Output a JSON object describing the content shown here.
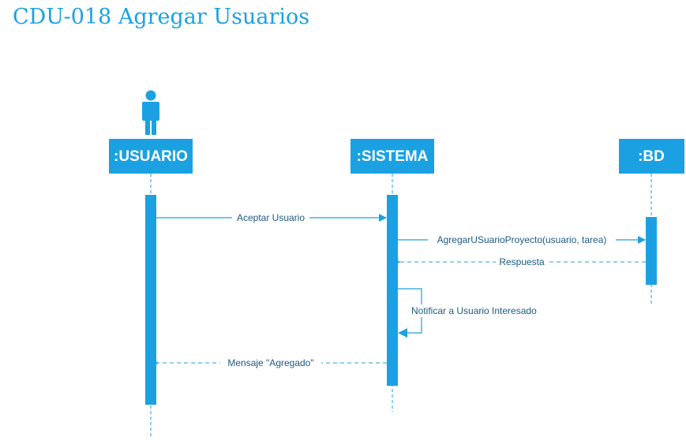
{
  "title": "CDU-018 Agregar Usuarios",
  "colors": {
    "accent": "#1ba1e2",
    "label": "#1c5a83",
    "line": "#1ba1e2"
  },
  "actors": [
    {
      "id": "usuario",
      "label": ":USUARIO",
      "icon": "person-icon"
    },
    {
      "id": "sistema",
      "label": ":SISTEMA"
    },
    {
      "id": "bd",
      "label": ":BD"
    }
  ],
  "messages": [
    {
      "label": "Aceptar Usuario",
      "from": "usuario",
      "to": "sistema",
      "type": "sync"
    },
    {
      "label": "AgregarUSuarioProyecto(usuario, tarea)",
      "from": "sistema",
      "to": "bd",
      "type": "sync"
    },
    {
      "label": "Respuesta",
      "from": "bd",
      "to": "sistema",
      "type": "return"
    },
    {
      "label": "Notificar a Usuario Interesado",
      "from": "sistema",
      "to": "sistema",
      "type": "self"
    },
    {
      "label": "Mensaje \"Agregado\"",
      "from": "sistema",
      "to": "usuario",
      "type": "return"
    }
  ]
}
